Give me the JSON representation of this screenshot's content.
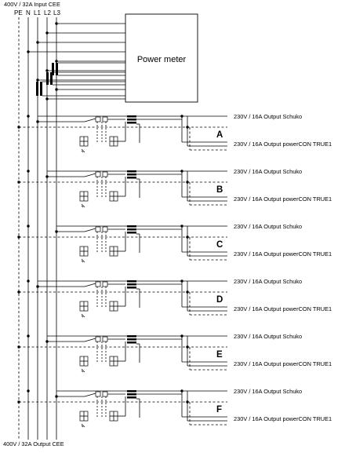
{
  "header": {
    "input_label": "400V / 32A Input CEE"
  },
  "footer": {
    "output_label": "400V / 32A Output CEE"
  },
  "buses": [
    "PE",
    "N",
    "L1",
    "L2",
    "L3"
  ],
  "power_meter": {
    "label": "Power meter"
  },
  "circuits": [
    {
      "letter": "A",
      "out1": "230V / 16A Output Schuko",
      "out2": "230V / 16A Output powerCON TRUE1"
    },
    {
      "letter": "B",
      "out1": "230V / 16A Output Schuko",
      "out2": "230V / 16A Output powerCON TRUE1"
    },
    {
      "letter": "C",
      "out1": "230V / 16A Output Schuko",
      "out2": "230V / 16A Output powerCON TRUE1"
    },
    {
      "letter": "D",
      "out1": "230V / 16A Output Schuko",
      "out2": "230V / 16A Output powerCON TRUE1"
    },
    {
      "letter": "E",
      "out1": "230V / 16A Output Schuko",
      "out2": "230V / 16A Output powerCON TRUE1"
    },
    {
      "letter": "F",
      "out1": "230V / 16A Output Schuko",
      "out2": "230V / 16A Output powerCON TRUE1"
    }
  ]
}
